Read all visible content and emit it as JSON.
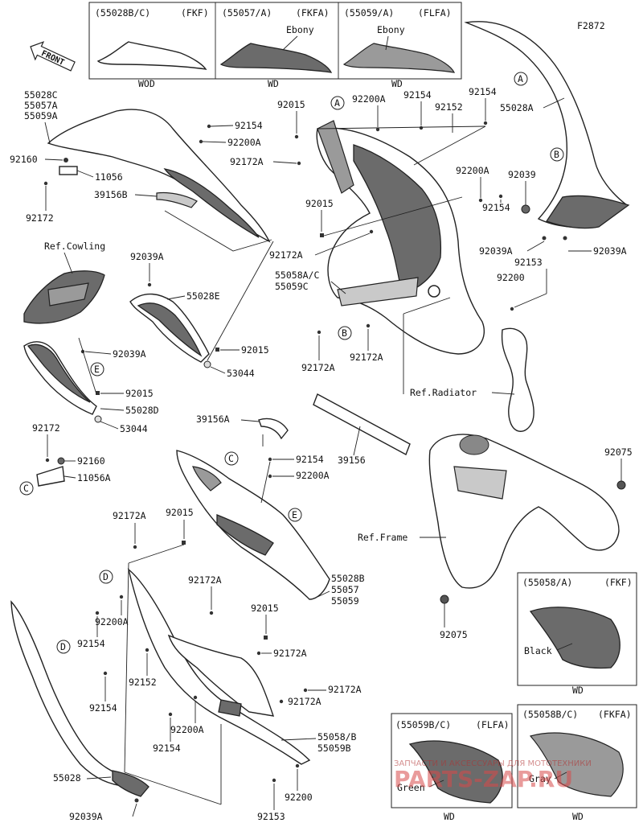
{
  "diagram_id": "F2872",
  "front_label": "FRONT",
  "insets": {
    "top1": {
      "code": "(55028B/C)",
      "model": "(FKF)",
      "color": "WOD"
    },
    "top2": {
      "code": "(55057/A)",
      "model": "(FKFA)",
      "decal": "Ebony",
      "color": "WD"
    },
    "top3": {
      "code": "(55059/A)",
      "model": "(FLFA)",
      "decal": "Ebony",
      "color": "WD"
    },
    "right_mid": {
      "code": "(55058/A)",
      "model": "(FKF)",
      "decal": "Black",
      "color": "WD"
    },
    "bottom_left": {
      "code": "(55059B/C)",
      "model": "(FLFA)",
      "decal": "Green",
      "color": "WD"
    },
    "bottom_right": {
      "code": "(55058B/C)",
      "model": "(FKFA)",
      "decal": "Gray",
      "color": "WD"
    }
  },
  "refs": {
    "cowling": "Ref.Cowling",
    "radiator": "Ref.Radiator",
    "frame": "Ref.Frame"
  },
  "circle_labels": [
    "A",
    "B",
    "C",
    "D",
    "E"
  ],
  "part_labels": {
    "p1": "55028C",
    "p2": "55057A",
    "p3": "55059A",
    "p4": "92160",
    "p5": "11056",
    "p6": "92172",
    "p7": "92154",
    "p8": "92200A",
    "p9": "92172A",
    "p10": "39156B",
    "p11": "92015",
    "p12": "92200A",
    "p13": "92154",
    "p14": "92152",
    "p15": "92154",
    "p16": "55028A",
    "p17": "92039",
    "p18": "92200A",
    "p19": "92154",
    "p20": "92015",
    "p21": "92172A",
    "p22": "92039A",
    "p23": "92039A",
    "p24": "92153",
    "p25": "55058A/C",
    "p26": "55059C",
    "p27": "92200",
    "p28": "92172A",
    "p29": "92172A",
    "p30": "92039A",
    "p31": "55028E",
    "p32": "92015",
    "p33": "53044",
    "p34": "92039A",
    "p35": "92015",
    "p36": "55028D",
    "p37": "53044",
    "p38": "92172",
    "p39": "92160",
    "p40": "11056A",
    "p41": "39156A",
    "p42": "92154",
    "p43": "92200A",
    "p44": "39156",
    "p45": "92075",
    "p46": "92075",
    "p47": "92172A",
    "p48": "92015",
    "p49": "92200A",
    "p50": "92154",
    "p51": "92172A",
    "p52": "55028B",
    "p53": "55057",
    "p54": "55059",
    "p55": "92015",
    "p56": "92172A",
    "p57": "92152",
    "p58": "92154",
    "p59": "92172A",
    "p60": "92172A",
    "p61": "92200A",
    "p62": "92154",
    "p63": "55058/B",
    "p64": "55059B",
    "p65": "55028",
    "p66": "92039A",
    "p67": "92153",
    "p68": "92200"
  },
  "watermark": {
    "line1": "ЗАПЧАСТИ И АКСЕССУАРЫ ДЛЯ МОТОТЕХНИКИ",
    "line2": "PARTS-ZAP.RU"
  }
}
